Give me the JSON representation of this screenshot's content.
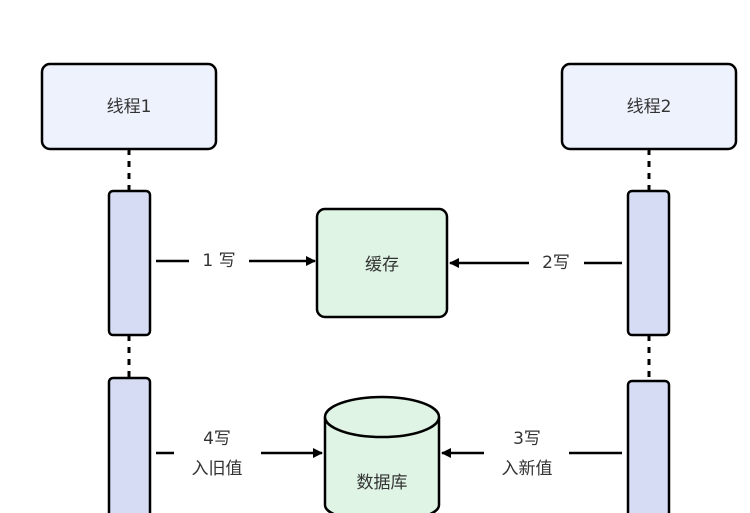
{
  "diagram": {
    "type": "sequence",
    "colors": {
      "thread_fill": "#eef2fc",
      "activation_fill": "#d6dcf4",
      "store_fill": "#dff4e4",
      "stroke": "#000000",
      "text": "#333333"
    },
    "threads": [
      {
        "id": "t1",
        "label": "线程1"
      },
      {
        "id": "t2",
        "label": "线程2"
      }
    ],
    "stores": {
      "cache": {
        "label": "缓存",
        "shape": "rounded-rectangle"
      },
      "database": {
        "label": "数据库",
        "shape": "cylinder"
      }
    },
    "messages": [
      {
        "from": "线程1",
        "to": "缓存",
        "line1": "1 写",
        "line2": ""
      },
      {
        "from": "线程2",
        "to": "缓存",
        "line1": "2写",
        "line2": ""
      },
      {
        "from": "线程2",
        "to": "数据库",
        "line1": "3写",
        "line2": "入新值"
      },
      {
        "from": "线程1",
        "to": "数据库",
        "line1": "4写",
        "line2": "入旧值"
      }
    ]
  }
}
